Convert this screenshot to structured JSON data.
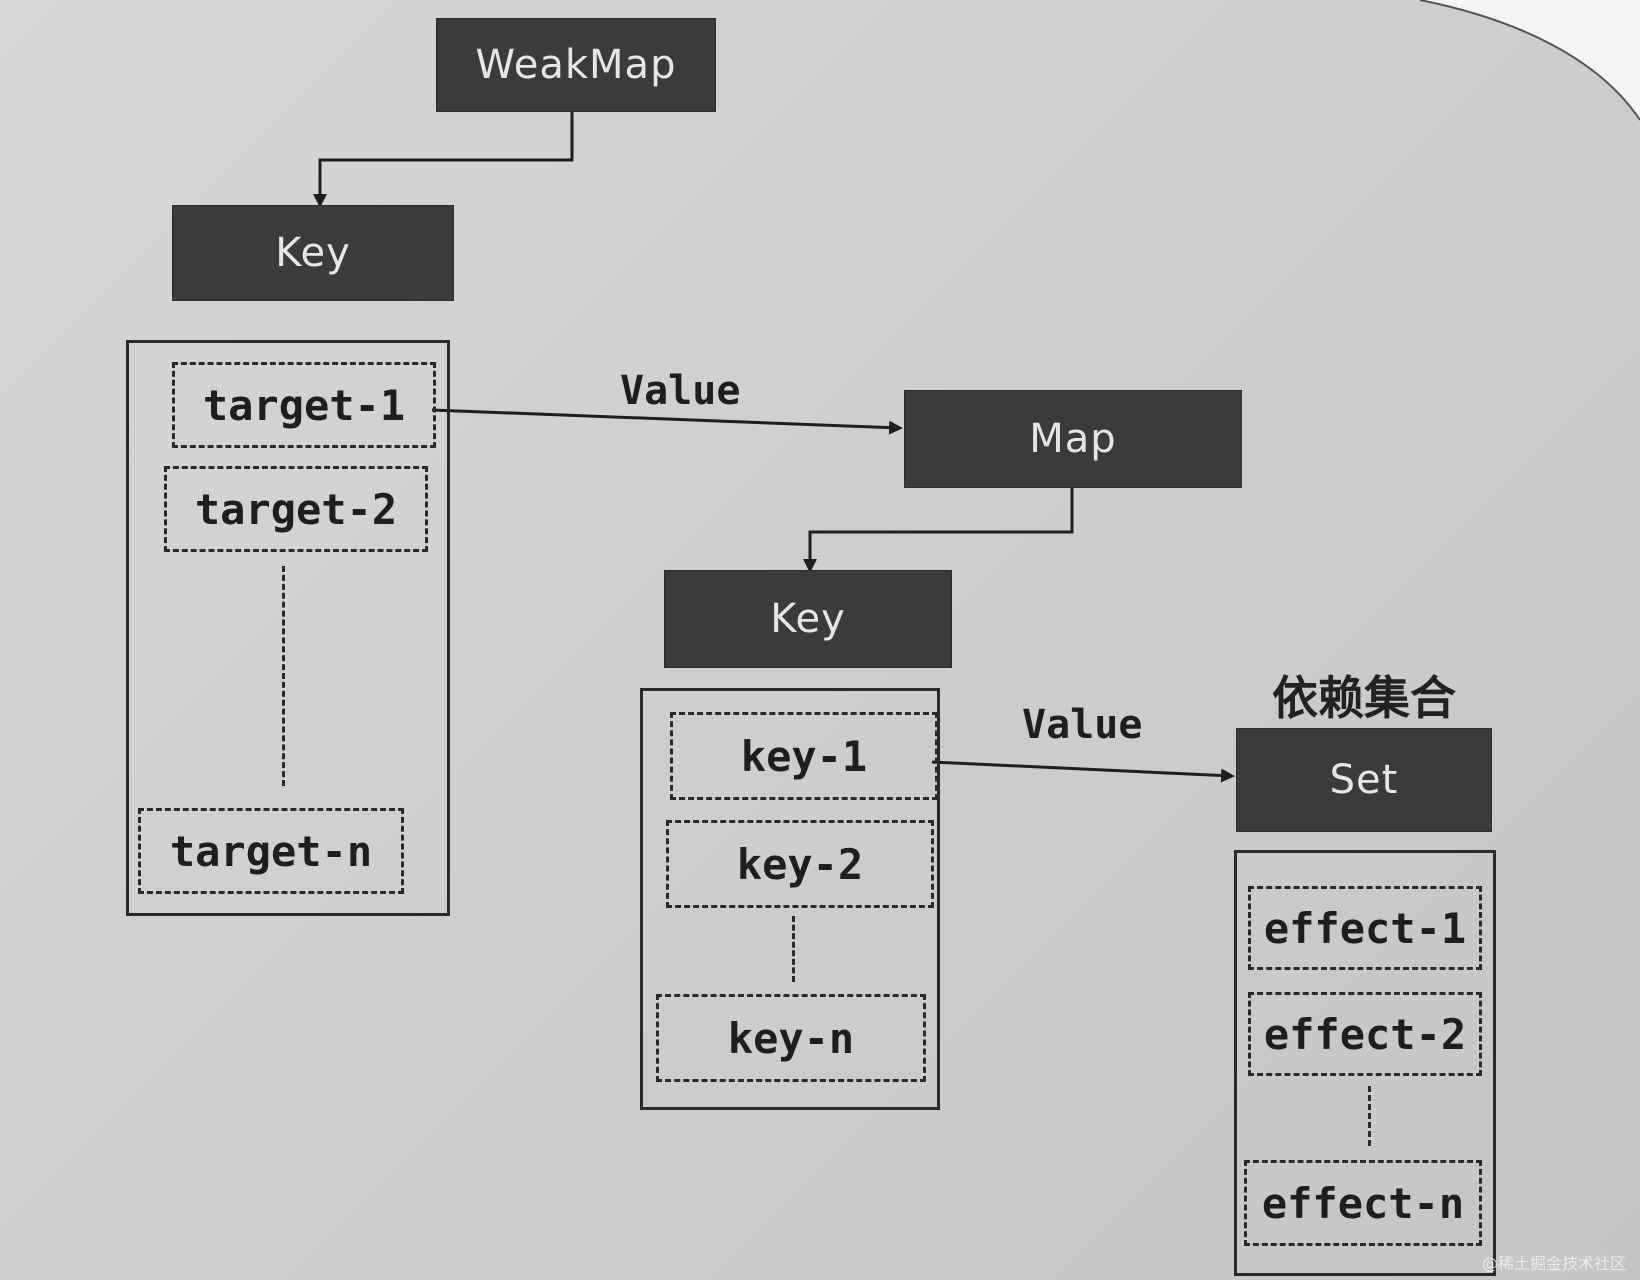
{
  "weakmap": {
    "title": "WeakMap",
    "key_title": "Key",
    "items": [
      "target-1",
      "target-2",
      "target-n"
    ]
  },
  "map": {
    "title": "Map",
    "key_title": "Key",
    "items": [
      "key-1",
      "key-2",
      "key-n"
    ]
  },
  "set": {
    "caption": "依赖集合",
    "title": "Set",
    "items": [
      "effect-1",
      "effect-2",
      "effect-n"
    ]
  },
  "edges": {
    "value_label_1": "Value",
    "value_label_2": "Value"
  },
  "watermark": "@稀土掘金技术社区"
}
